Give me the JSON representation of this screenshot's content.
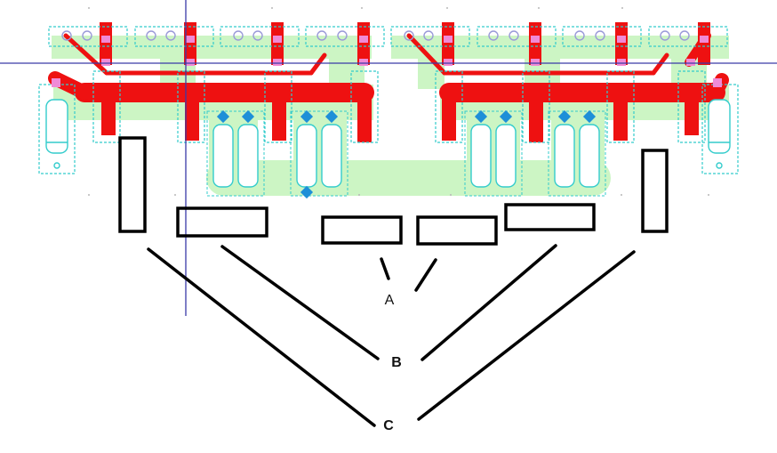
{
  "labels": {
    "a": "A",
    "b": "B",
    "c": "C"
  },
  "colors": {
    "copper_top": "#ee1111",
    "copper_fill": "#ccf5c4",
    "outline_cyan": "#33cccc",
    "pad_pink": "#f08ad6",
    "via_blue": "#1e8fd8",
    "crosshair": "#3a3aa8",
    "annotation": "#000000"
  }
}
